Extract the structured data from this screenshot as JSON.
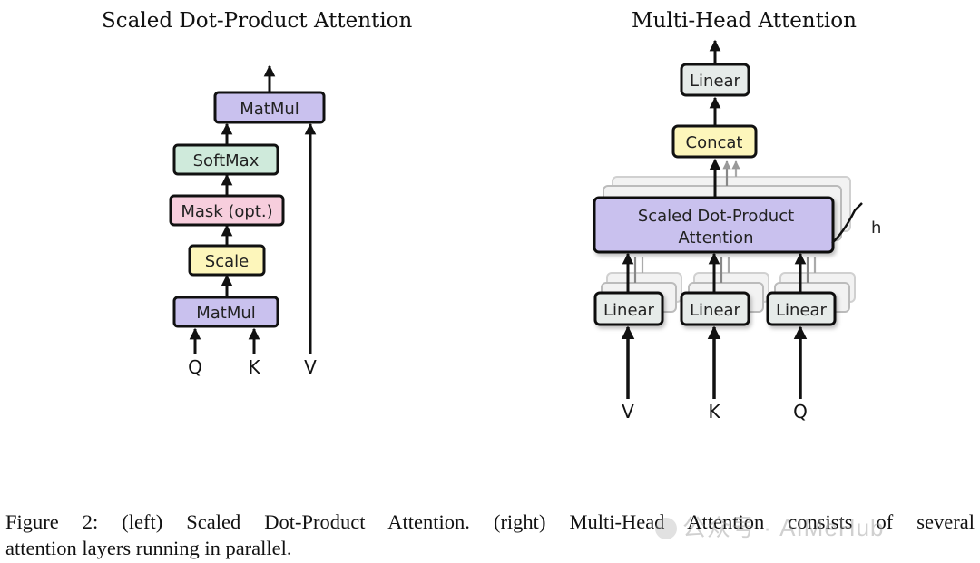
{
  "left": {
    "title": "Scaled Dot-Product Attention",
    "boxes": {
      "matmul_top": "MatMul",
      "softmax": "SoftMax",
      "mask": "Mask (opt.)",
      "scale": "Scale",
      "matmul_bottom": "MatMul"
    },
    "inputs": {
      "q": "Q",
      "k": "K",
      "v": "V"
    }
  },
  "right": {
    "title": "Multi-Head Attention",
    "boxes": {
      "linear_out": "Linear",
      "concat": "Concat",
      "sdpa_line1": "Scaled Dot-Product",
      "sdpa_line2": "Attention",
      "linear_v": "Linear",
      "linear_k": "Linear",
      "linear_q": "Linear"
    },
    "heads_label": "h",
    "inputs": {
      "v": "V",
      "k": "K",
      "q": "Q"
    }
  },
  "caption": {
    "line1": "Figure 2: (left) Scaled Dot-Product Attention. (right) Multi-Head Attention consists of several",
    "line2": "attention layers running in parallel."
  },
  "watermark": "公众号 · AIMeHub",
  "colors": {
    "matmul": "#c9c1ee",
    "softmax": "#cfeadb",
    "mask": "#f7cedd",
    "scale": "#fdf6bb",
    "linear": "#e6ebe9",
    "concat": "#fdf6bb",
    "sdpa": "#c9c1ee"
  }
}
